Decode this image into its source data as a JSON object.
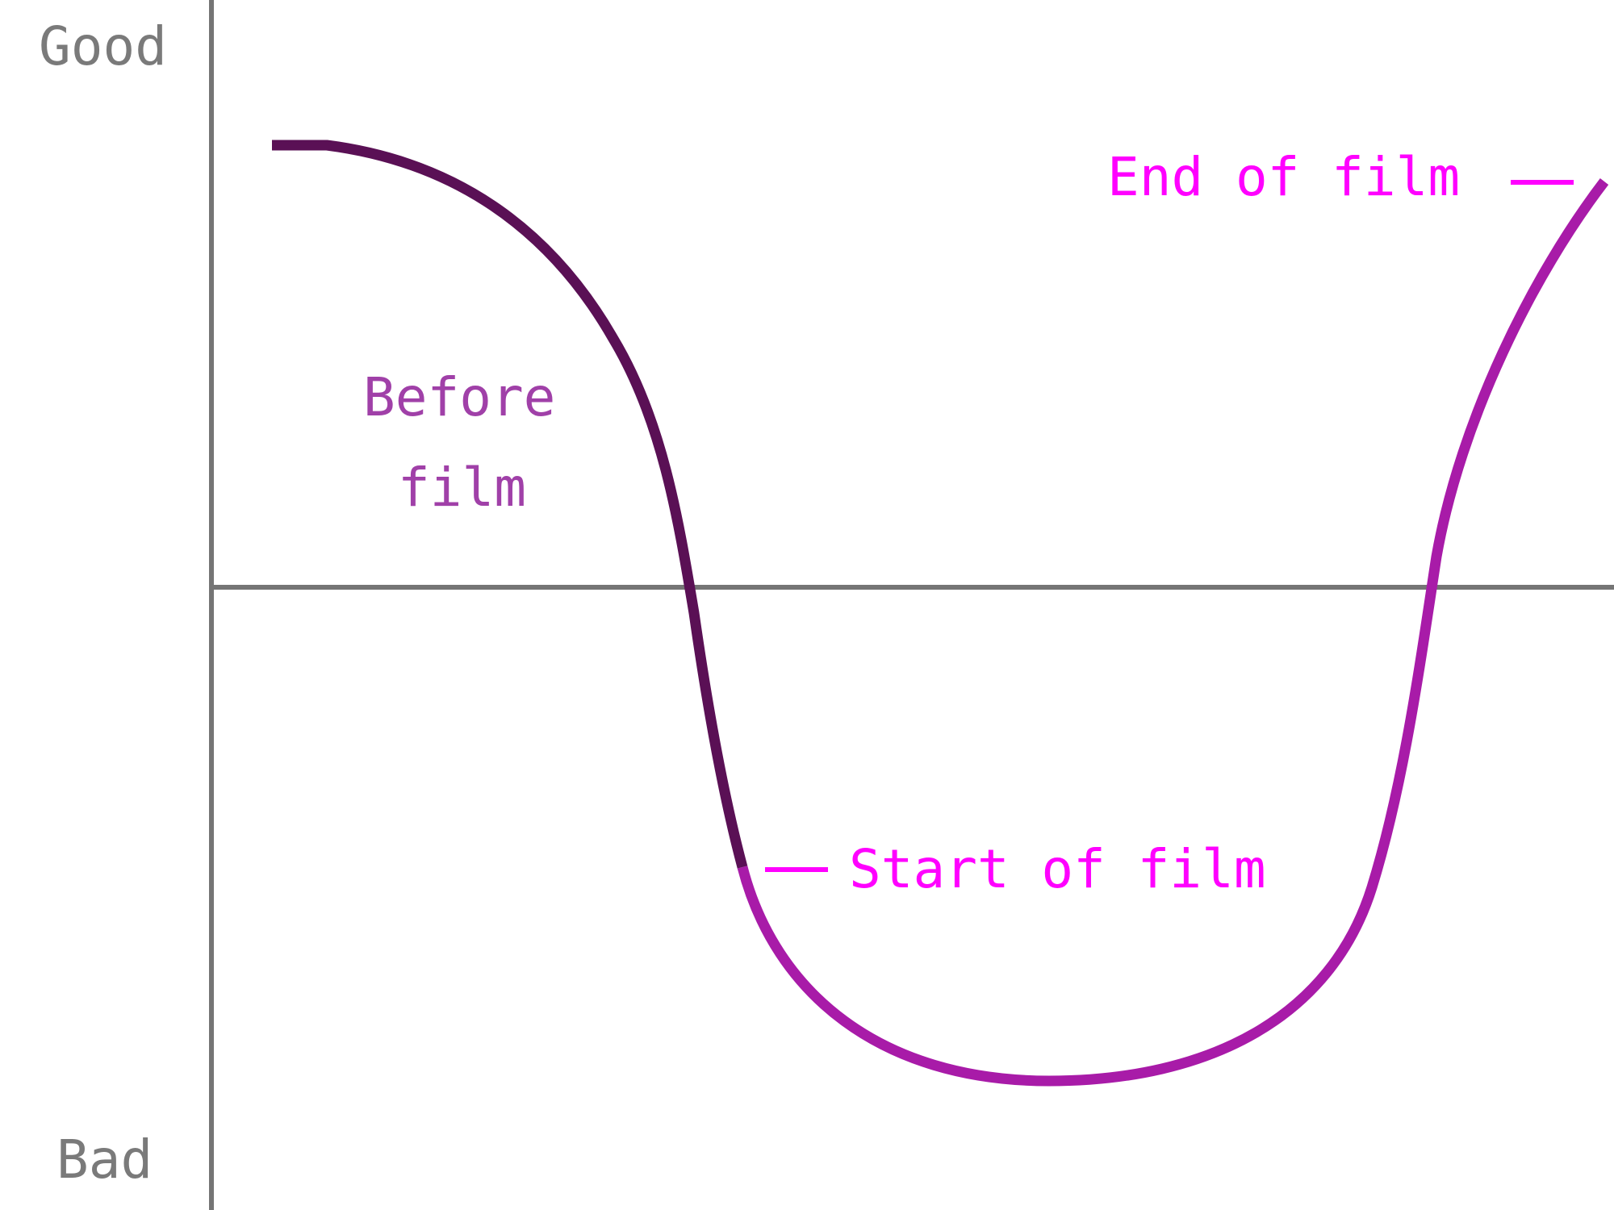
{
  "axis_labels": {
    "top": "Good",
    "bottom": "Bad"
  },
  "annotations": {
    "before": [
      "Before",
      "film"
    ],
    "start": "Start of film",
    "end": "End of film"
  },
  "colors": {
    "axis": "#757575",
    "before_curve": "#5a1055",
    "film_curve": "#a81ba8",
    "before_label": "#a040a8",
    "highlight_label": "#ff00ff"
  }
}
